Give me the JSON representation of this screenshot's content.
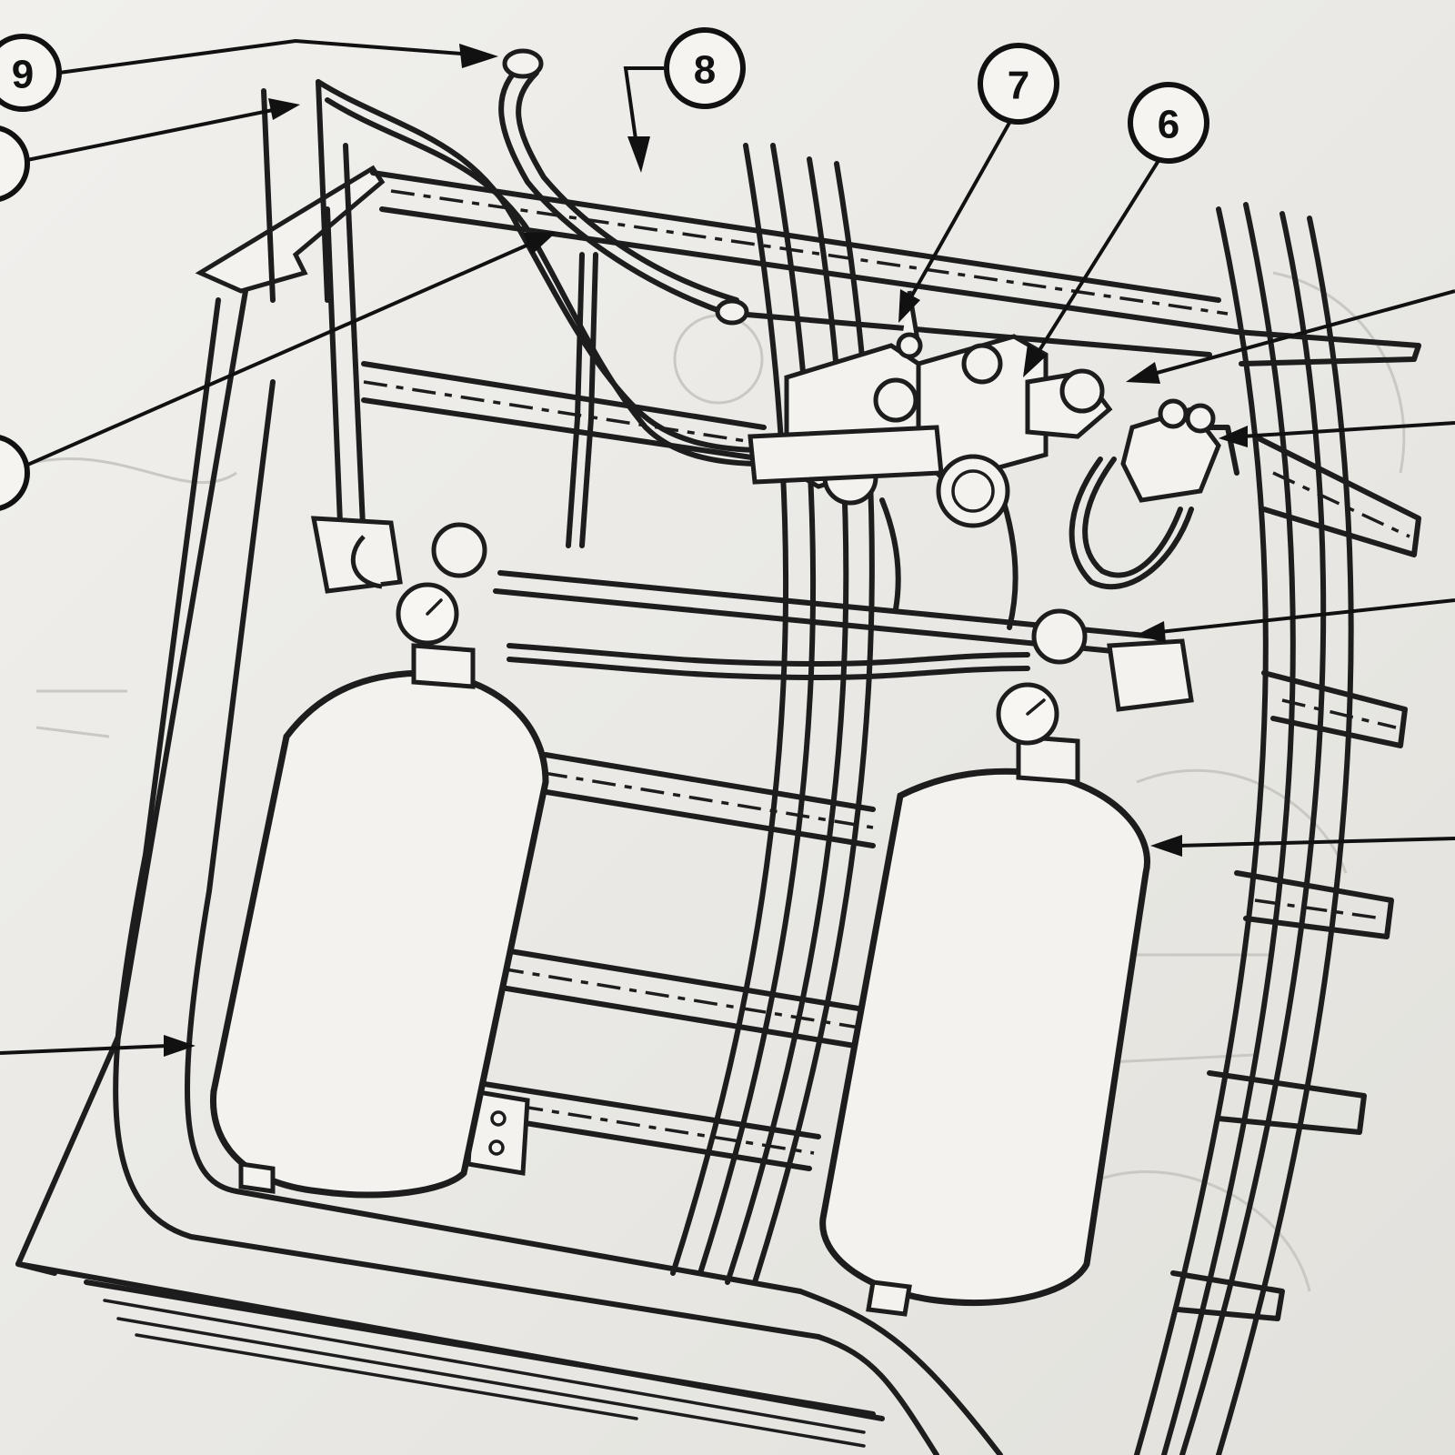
{
  "callouts": {
    "c9": "9",
    "c8": "8",
    "c7": "7",
    "c6": "6"
  }
}
